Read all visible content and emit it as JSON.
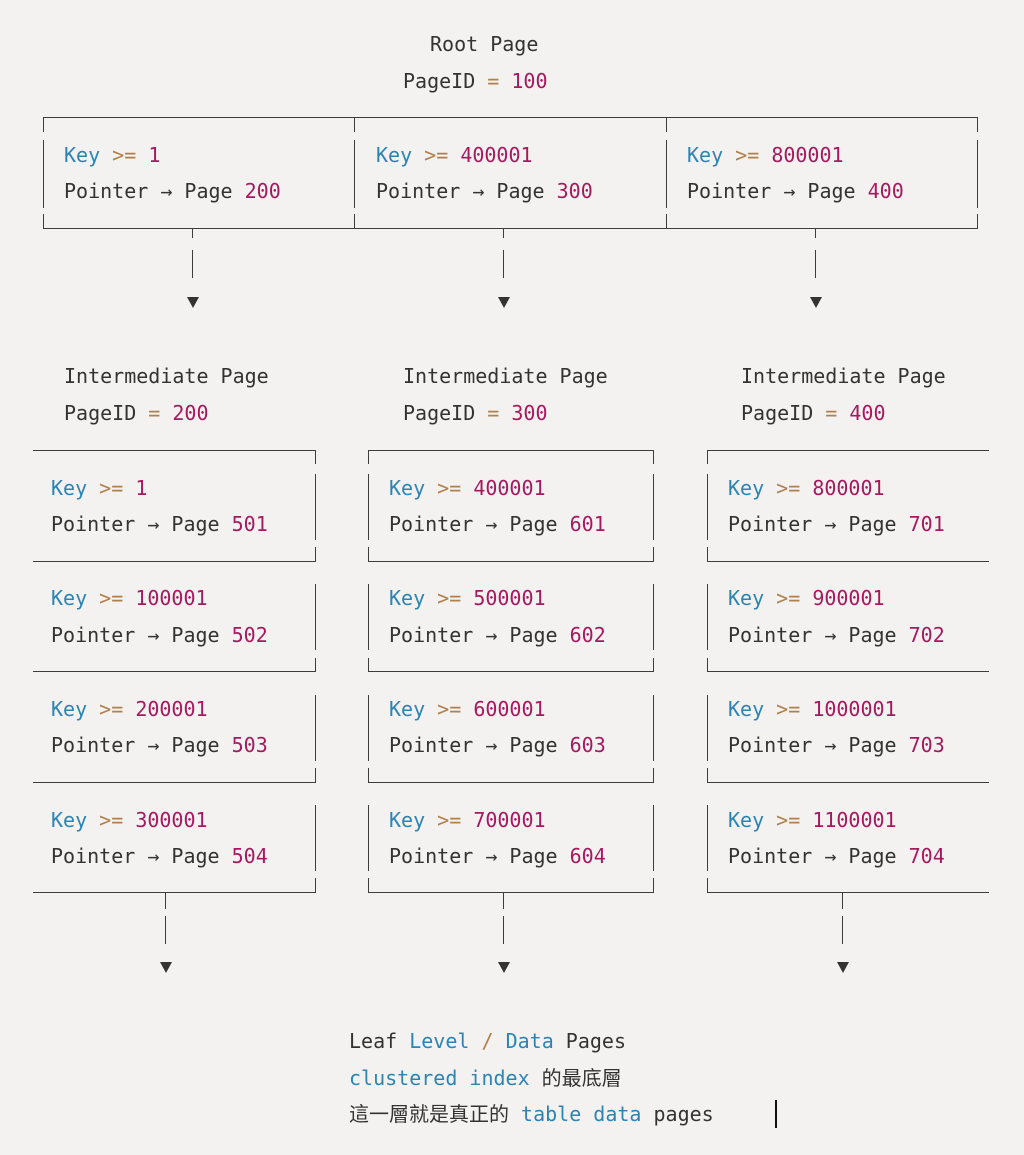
{
  "root": {
    "title": "Root Page",
    "pageid_label": "PageID",
    "eq": "=",
    "pageid": "100",
    "entries": [
      {
        "key_label": "Key",
        "op": ">=",
        "key": "1",
        "ptr_label": "Pointer → Page",
        "page": "200"
      },
      {
        "key_label": "Key",
        "op": ">=",
        "key": "400001",
        "ptr_label": "Pointer → Page",
        "page": "300"
      },
      {
        "key_label": "Key",
        "op": ">=",
        "key": "800001",
        "ptr_label": "Pointer → Page",
        "page": "400"
      }
    ]
  },
  "intermediate": [
    {
      "title": "Intermediate Page",
      "pageid_label": "PageID",
      "eq": "=",
      "pageid": "200",
      "entries": [
        {
          "key_label": "Key",
          "op": ">=",
          "key": "1",
          "ptr_label": "Pointer → Page",
          "page": "501"
        },
        {
          "key_label": "Key",
          "op": ">=",
          "key": "100001",
          "ptr_label": "Pointer → Page",
          "page": "502"
        },
        {
          "key_label": "Key",
          "op": ">=",
          "key": "200001",
          "ptr_label": "Pointer → Page",
          "page": "503"
        },
        {
          "key_label": "Key",
          "op": ">=",
          "key": "300001",
          "ptr_label": "Pointer → Page",
          "page": "504"
        }
      ]
    },
    {
      "title": "Intermediate Page",
      "pageid_label": "PageID",
      "eq": "=",
      "pageid": "300",
      "entries": [
        {
          "key_label": "Key",
          "op": ">=",
          "key": "400001",
          "ptr_label": "Pointer → Page",
          "page": "601"
        },
        {
          "key_label": "Key",
          "op": ">=",
          "key": "500001",
          "ptr_label": "Pointer → Page",
          "page": "602"
        },
        {
          "key_label": "Key",
          "op": ">=",
          "key": "600001",
          "ptr_label": "Pointer → Page",
          "page": "603"
        },
        {
          "key_label": "Key",
          "op": ">=",
          "key": "700001",
          "ptr_label": "Pointer → Page",
          "page": "604"
        }
      ]
    },
    {
      "title": "Intermediate Page",
      "pageid_label": "PageID",
      "eq": "=",
      "pageid": "400",
      "entries": [
        {
          "key_label": "Key",
          "op": ">=",
          "key": "800001",
          "ptr_label": "Pointer → Page",
          "page": "701"
        },
        {
          "key_label": "Key",
          "op": ">=",
          "key": "900001",
          "ptr_label": "Pointer → Page",
          "page": "702"
        },
        {
          "key_label": "Key",
          "op": ">=",
          "key": "1000001",
          "ptr_label": "Pointer → Page",
          "page": "703"
        },
        {
          "key_label": "Key",
          "op": ">=",
          "key": "1100001",
          "ptr_label": "Pointer → Page",
          "page": "704"
        }
      ]
    }
  ],
  "leaf": {
    "line1": {
      "a": "Leaf",
      "b": "Level",
      "sep": "/",
      "c": "Data",
      "d": "Pages"
    },
    "line2": {
      "a": "clustered index",
      "b": "的最底層"
    },
    "line3": {
      "a": "這一層就是真正的",
      "b": "table data",
      "c": "pages"
    }
  }
}
